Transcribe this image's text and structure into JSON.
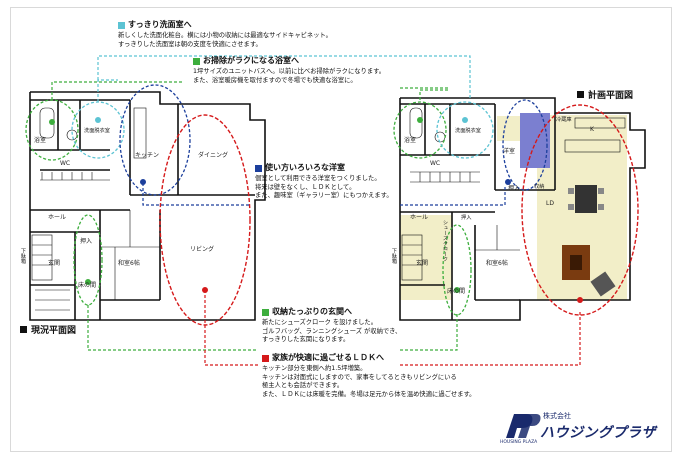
{
  "titles": {
    "current": "現況平面図",
    "plan": "計画平面図"
  },
  "colors": {
    "cyan": "#5cc3d3",
    "green": "#3dae3d",
    "blue": "#1c3f9c",
    "red": "#d5191a",
    "lavender": "#7b7fd0",
    "yellow": "#f2eec8",
    "wall": "#111111"
  },
  "callouts": [
    {
      "id": "sink",
      "title": "すっきり洗面室へ",
      "color": "#5cc3d3",
      "lines": [
        "新しくした洗面化粧台。横には小物の収納には最適なサイドキャビネット。",
        "すっきりした洗面室は朝の支度を快適にさせます。"
      ]
    },
    {
      "id": "bath",
      "title": "お掃除がラクになる浴室へ",
      "color": "#3dae3d",
      "lines": [
        "1坪サイズのユニットバスへ。以前に比べお掃除がラクになります。",
        "また、浴室暖房機を取付ますので冬場でも快適な浴室に。"
      ]
    },
    {
      "id": "western",
      "title": "使い方いろいろな洋室",
      "color": "#1c3f9c",
      "lines": [
        "個室として利用できる洋室をつくりました。",
        "将来は壁をなくし、ＬＤＫとして。",
        "また、趣味室（ギャラリー室）にもつかえます。"
      ]
    },
    {
      "id": "entrance",
      "title": "収納たっぷりの玄関へ",
      "color": "#3dae3d",
      "lines": [
        "新たにシューズクローク を設けました。",
        "ゴルフバッグ、ランニングシューズ が収納でき、",
        "すっきりした玄関になります。"
      ]
    },
    {
      "id": "ldk",
      "title": "家族が快適に過ごせるＬＤＫへ",
      "color": "#d5191a",
      "lines": [
        "キッチン部分を東側へ約1.5坪増築。",
        "キッチンは対面式にしますので、家事をしてるときもリビングにいる",
        "極主人とも会話ができます。",
        "また、ＬＤＫには床暖を完備。冬場は足元から体を温め快適に過ごせます。"
      ]
    }
  ],
  "rooms_current": {
    "bath": "浴室",
    "wc": "WC",
    "sink": "洗面脱衣室",
    "kitchen": "キッチン",
    "dining": "ダイニング",
    "hall": "ホール",
    "storage": "押入",
    "genkan": "玄関",
    "japanese": "和室6帖",
    "living": "リビング",
    "tokonoma": "床の間",
    "hidden": "下駄箱"
  },
  "rooms_plan": {
    "bath": "浴室",
    "wc": "WC",
    "sink": "洗面脱衣室",
    "western": "洋室",
    "kitchen": "K",
    "ld": "LD",
    "hall": "ホール",
    "closet": "押入",
    "shoes": "シューズクローク",
    "genkan": "玄関",
    "japanese": "和室6帖",
    "storage": "押入",
    "tokonoma": "床の間",
    "hidden": "下駄箱",
    "fridge": "冷蔵庫",
    "storage2": "収納"
  },
  "company": {
    "kaisha": "株式会社",
    "name": "ハウジングプラザ",
    "en": "HOUSING PLAZA"
  }
}
